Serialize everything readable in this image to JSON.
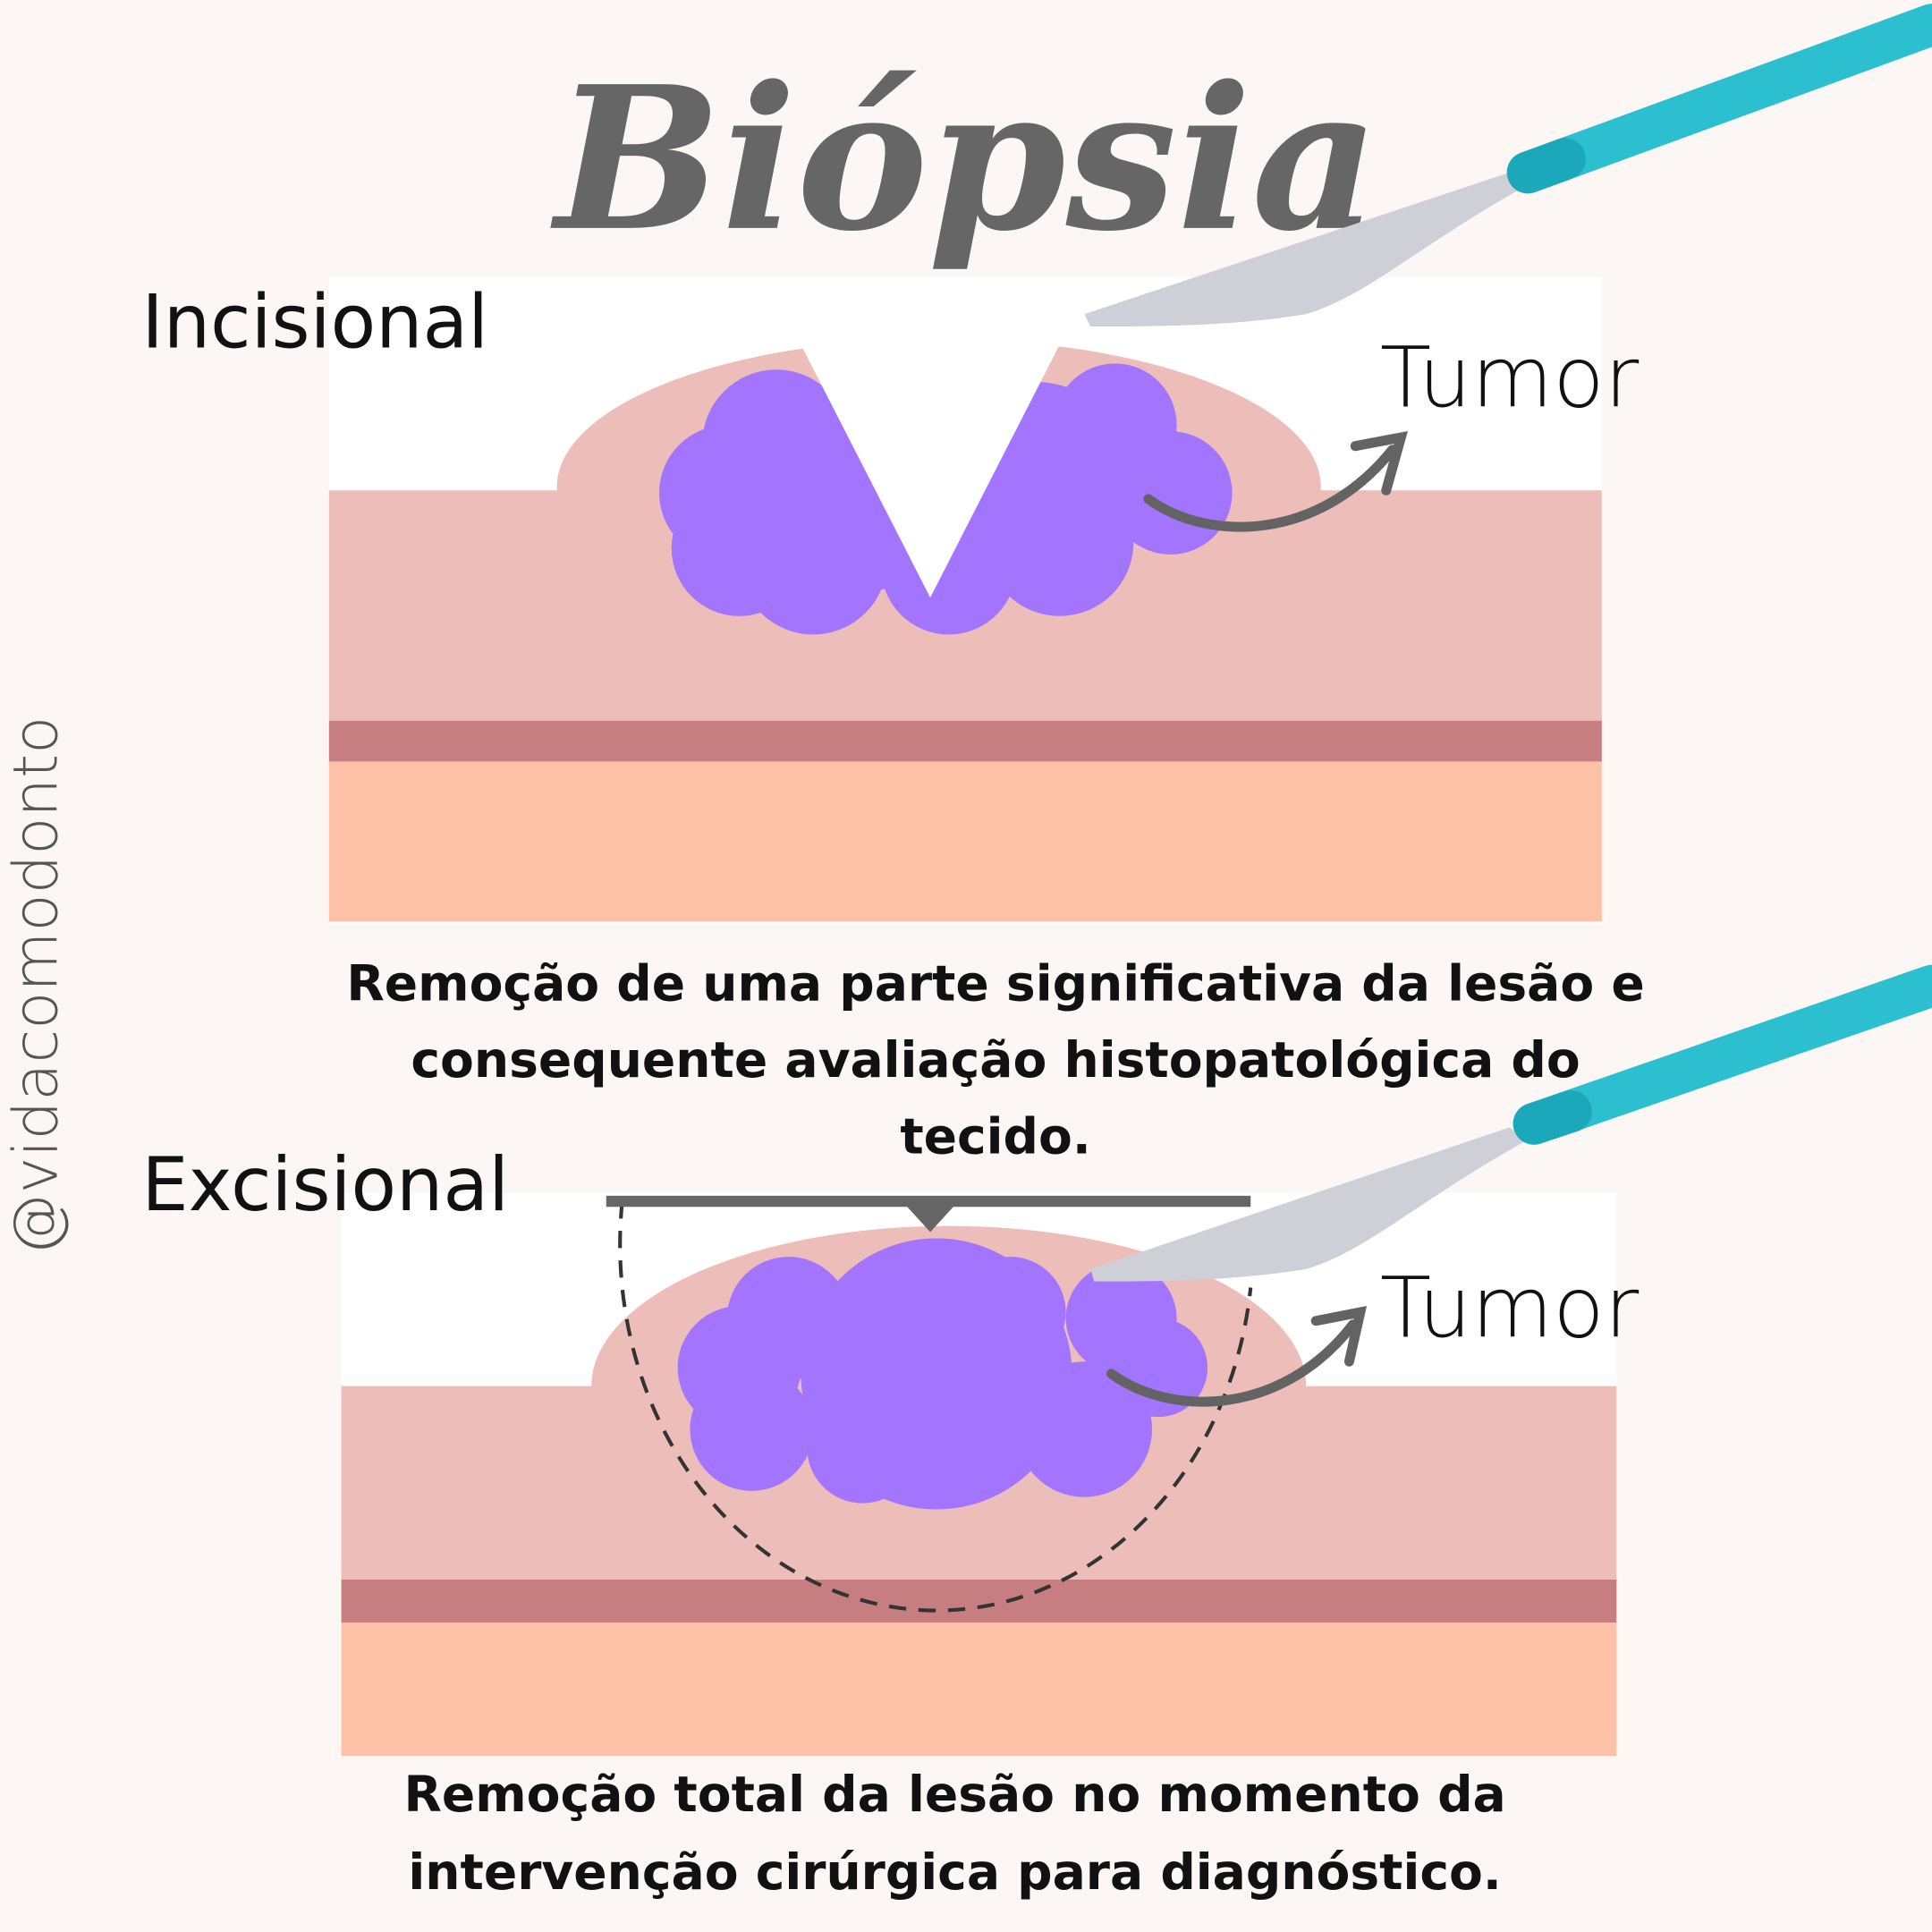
{
  "title": "Biópsia",
  "handle": "@vidacomodonto",
  "colors": {
    "background": "#fcf6f5",
    "tissue": "#ecbdb9",
    "band": "#c77e81",
    "deep_tissue": "#fcc1a7",
    "tumor": "#a374fd",
    "scalpel_handle": "#2bbfcf",
    "scalpel_blade": "#cfcfd7",
    "arrow": "#636363"
  },
  "incisional": {
    "heading": "Incisional",
    "label": "Tumor",
    "caption_lines": [
      "Remoção de uma parte significativa da lesão e",
      "consequente avaliação histopatológica do",
      "tecido."
    ]
  },
  "excisional": {
    "heading": "Excisional",
    "label": "Tumor",
    "caption_lines": [
      "Remoção total da lesão no momento da",
      "intervenção cirúrgica para diagnóstico."
    ]
  }
}
